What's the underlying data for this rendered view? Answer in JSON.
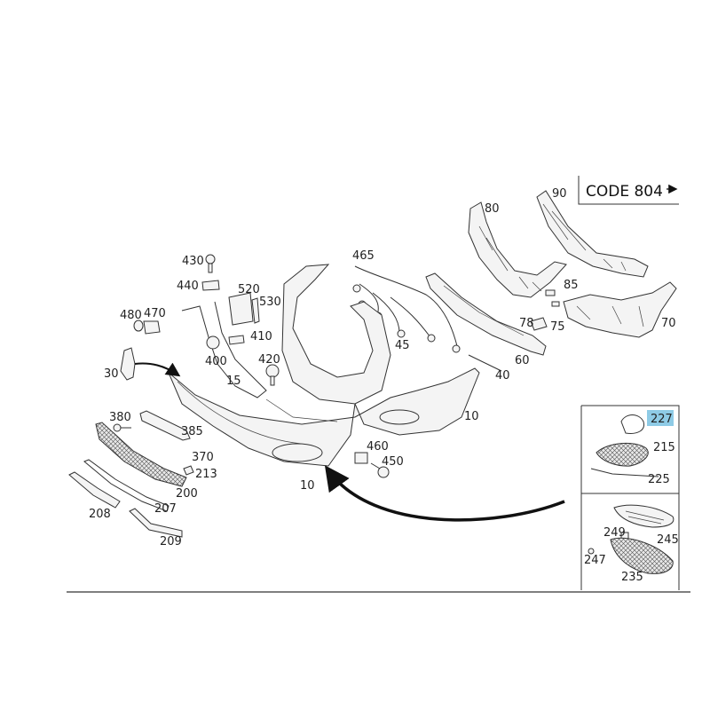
{
  "diagram": {
    "code_label": "CODE 804",
    "highlight_color": "#8ecbe6",
    "labels": {
      "p90": "90",
      "p80": "80",
      "p85": "85",
      "p70": "70",
      "p75": "75",
      "p78": "78",
      "p60": "60",
      "p40": "40",
      "p465": "465",
      "p45": "45",
      "p430": "430",
      "p440": "440",
      "p520": "520",
      "p530": "530",
      "p480": "480",
      "p470": "470",
      "p410": "410",
      "p400": "400",
      "p420": "420",
      "p15": "15",
      "p30": "30",
      "p10a": "10",
      "p10b": "10",
      "p380": "380",
      "p385": "385",
      "p370": "370",
      "p213": "213",
      "p200": "200",
      "p460": "460",
      "p450": "450",
      "p207": "207",
      "p208": "208",
      "p209": "209",
      "p227": "227",
      "p215": "215",
      "p225": "225",
      "p249": "249",
      "p245": "245",
      "p247": "247",
      "p235": "235"
    }
  }
}
